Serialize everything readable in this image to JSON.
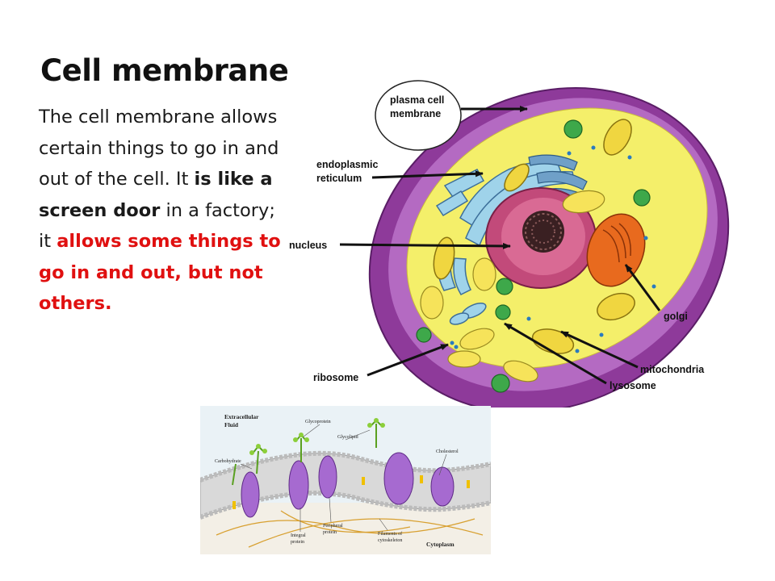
{
  "slide": {
    "title": "Cell membrane",
    "body": {
      "intro": "The cell membrane allows certain things to go in and out of the cell. It ",
      "emphasis": "is like a screen door",
      "middle": " in a factory; it ",
      "highlight": "allows some things to go in and out, but not others."
    }
  },
  "cell_diagram": {
    "labels": {
      "plasma_line1": "plasma cell",
      "plasma_line2": "membrane",
      "er_line1": "endoplasmic",
      "er_line2": "reticulum",
      "nucleus": "nucleus",
      "golgi": "golgi",
      "mitochondria": "mitochondria",
      "ribosome": "ribosome",
      "lysosome": "lysosome"
    },
    "colors": {
      "membrane": "#8e3a9a",
      "cytoplasm": "#f4ef6a",
      "nucleus": "#c24a7a",
      "er": "#9fd3ea",
      "golgi": "#e86a1e",
      "lysosome": "#3ea84a"
    }
  },
  "membrane_diagram": {
    "labels": {
      "extracellular_line1": "Extracellular",
      "extracellular_line2": "Fluid",
      "glycoprotein": "Glycoprotein",
      "glycolipid": "Glycolipid",
      "carbohydrate": "Carbohydrate",
      "cholesterol": "Cholesterol",
      "integral_line1": "Integral",
      "integral_line2": "protein",
      "peripheral_line1": "Peripheral",
      "peripheral_line2": "protein",
      "filaments_line1": "Filaments of",
      "filaments_line2": "cytoskeleton",
      "cytoplasm": "Cytoplasm"
    }
  }
}
